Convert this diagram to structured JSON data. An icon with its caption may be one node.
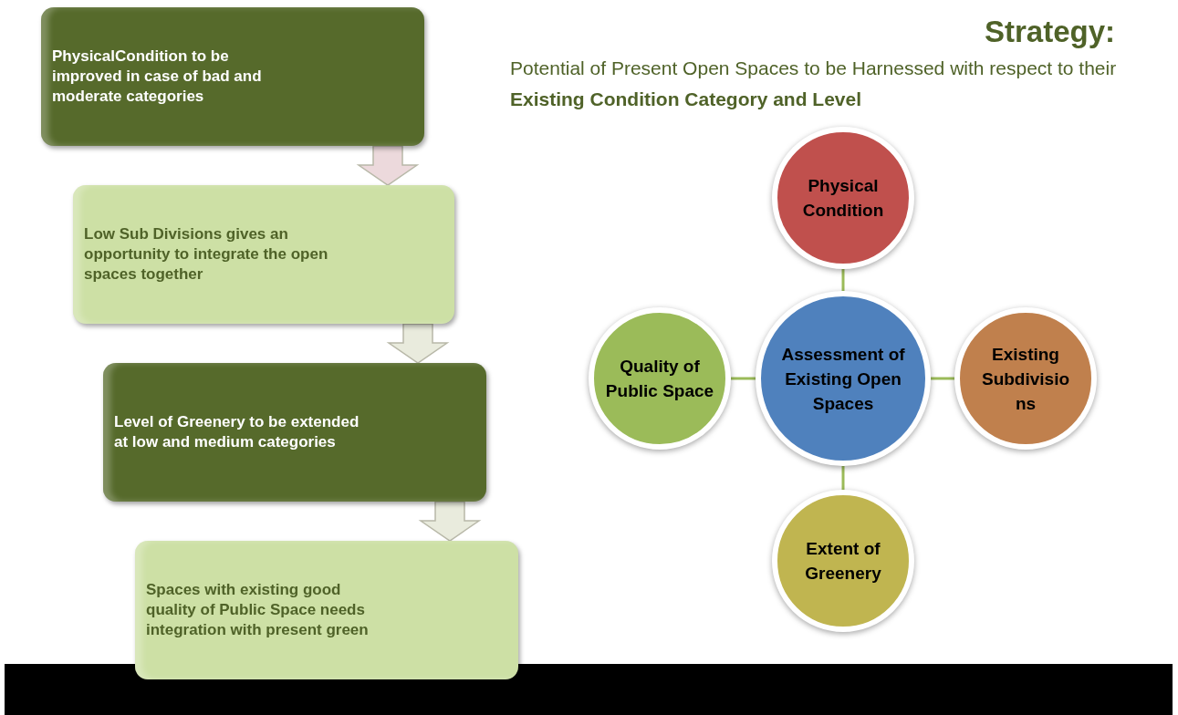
{
  "diagram": {
    "title": "Strategy:",
    "nodes": [
      {
        "text": [
          "PhysicalCondition to be improved in case of bad and moderate categories"
        ]
      },
      {
        "text": [
          "Low Sub Divisions gives an opportunity to integrate the open spaces together"
        ]
      },
      {
        "text": [
          "Level of Greenery to be extended at low and medium categories"
        ]
      },
      {
        "text": [
          "Spaces with existing good quality of Public Space  needs integration with present green"
        ]
      },
      {
        "text": [
          "Physical Condition"
        ]
      },
      {
        "text": [
          "Quality of Public Space"
        ]
      },
      {
        "text": [
          "Assessment of Existing Open Spaces"
        ]
      },
      {
        "text": [
          "Existing Subdivisio ns"
        ]
      },
      {
        "text": [
          "Extent of Greenery"
        ]
      }
    ],
    "edges": [
      {
        "from": 0,
        "to": 1,
        "arrow": "to",
        "style": "thick",
        "color": "#ecd9dc"
      },
      {
        "from": 1,
        "to": 2,
        "arrow": "to",
        "style": "thick"
      },
      {
        "from": 2,
        "to": 3,
        "arrow": "to",
        "style": "thick"
      },
      {
        "from": 6,
        "to": 4,
        "arrow": "none"
      },
      {
        "from": 6,
        "to": 5,
        "arrow": "none"
      },
      {
        "from": 6,
        "to": 7,
        "arrow": "none"
      },
      {
        "from": 6,
        "to": 8,
        "arrow": "none"
      }
    ],
    "labels": [
      "Potential of Present Open Spaces to be Harnessed with respect to their **Existing Condition Category and Level**"
    ]
  }
}
